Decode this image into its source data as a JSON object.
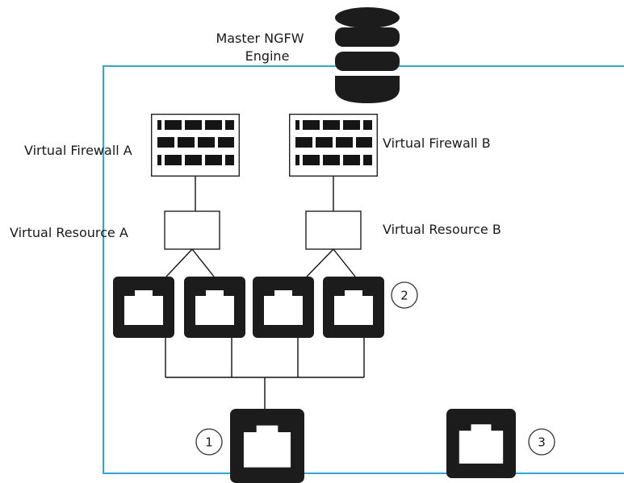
{
  "labels": {
    "master_engine_line1": "Master NGFW",
    "master_engine_line2": "Engine",
    "virtual_firewall_a": "Virtual Firewall A",
    "virtual_firewall_b": "Virtual Firewall B",
    "virtual_resource_a": "Virtual Resource A",
    "virtual_resource_b": "Virtual Resource B"
  },
  "badges": {
    "one": "1",
    "two": "2",
    "three": "3"
  },
  "colors": {
    "boundary": "#29a8e0",
    "device": "#1c1c1c"
  },
  "icons": {
    "engine": "database-stack-icon",
    "firewall": "brick-wall-icon",
    "port": "ethernet-port-icon"
  }
}
